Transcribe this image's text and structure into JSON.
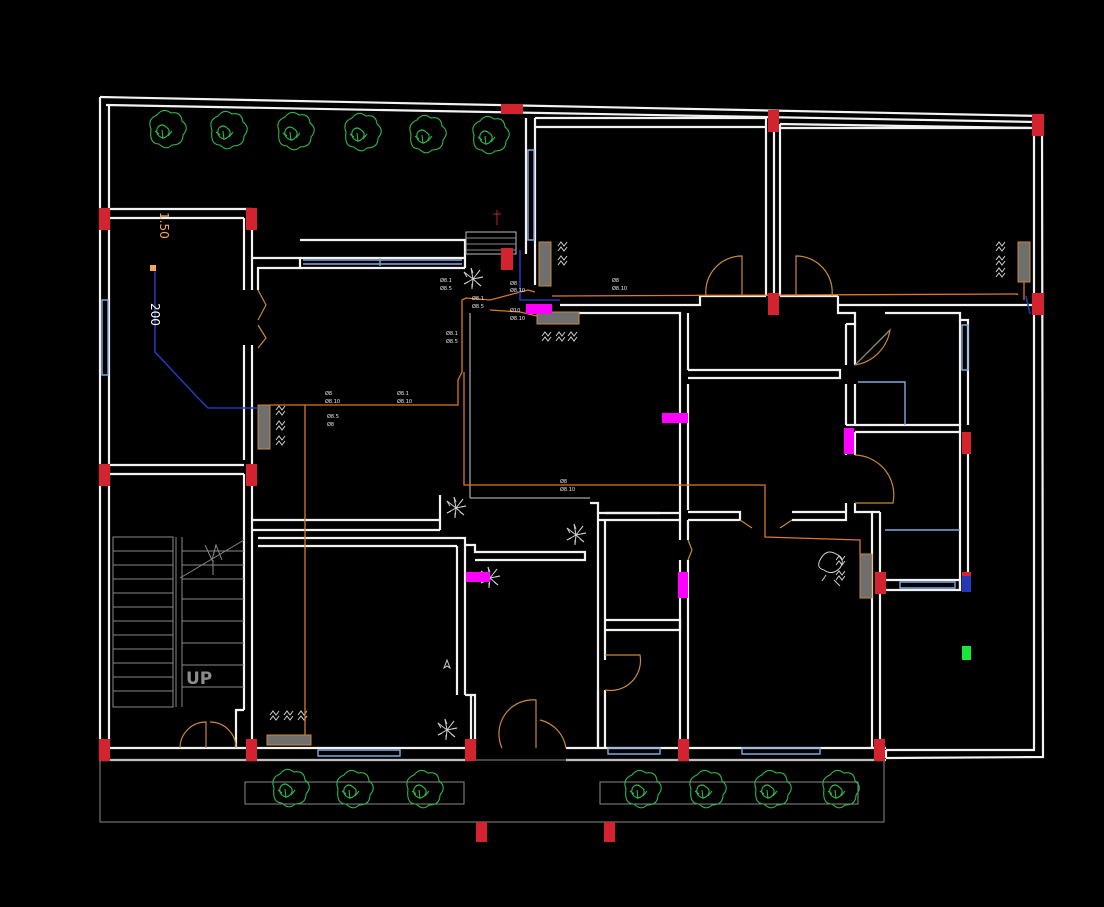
{
  "plan": {
    "stair_label": "UP",
    "dim_label_orange": "1.50",
    "dim_label_pipe": "200",
    "colors": {
      "background": "#000000",
      "walls": "#f2f2f2",
      "columns": "#d2232f",
      "diffusers": "#ff00ff",
      "ducts": "#d97a28",
      "pipe": "#2438b8",
      "windows": "#7fa8e0",
      "trees": "#2fb54a",
      "marker": "#18e838"
    },
    "duct_tags": [
      "Ø8.1",
      "Ø8.5",
      "Ø8.1",
      "Ø8.5",
      "Ø8",
      "Ø8.10",
      "Ø10",
      "Ø8.10",
      "Ø8.1",
      "Ø8.5",
      "Ø8",
      "Ø8.10",
      "Ø8",
      "Ø8.10",
      "Ø8.1",
      "Ø8.10",
      "Ø8",
      "Ø8.10",
      "Ø8.5",
      "Ø8"
    ]
  }
}
